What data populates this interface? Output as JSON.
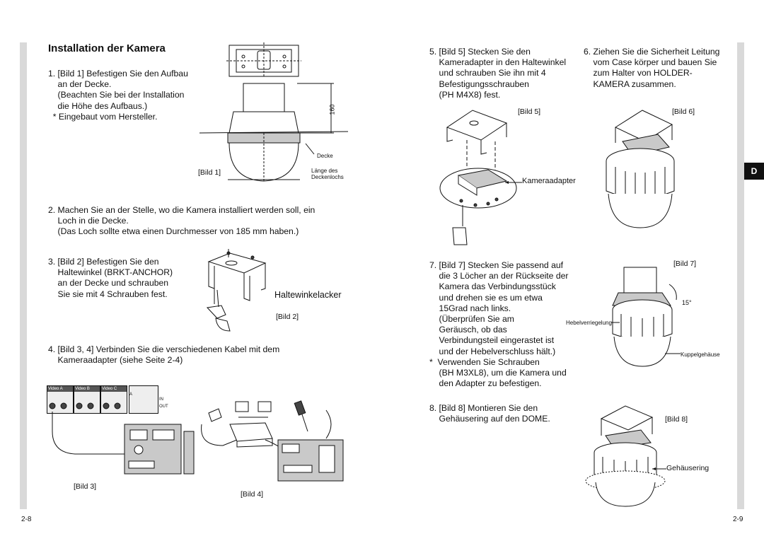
{
  "left": {
    "title": "Installation der Kamera",
    "step1": {
      "lines": [
        "1. [Bild 1] Befestigen Sie den Aufbau",
        "    an der Decke.",
        "    (Beachten Sie bei der Installation",
        "    die Höhe des Aufbaus.)",
        "  * Eingebaut vom Hersteller."
      ]
    },
    "fig1": {
      "caption": "[Bild 1]",
      "dim": "160",
      "decke": "Decke",
      "laenge": "Länge des\nDeckenlochs"
    },
    "step2": {
      "lines": [
        "2. Machen Sie an der Stelle, wo die Kamera installiert werden soll, ein",
        "    Loch in die Decke.",
        "    (Das Loch sollte etwa einen Durchmesser von 185 mm haben.)"
      ]
    },
    "step3": {
      "lines": [
        "3. [Bild 2] Befestigen Sie den",
        "    Haltewinkel (BRKT-ANCHOR)",
        "    an der Decke und schrauben",
        "    Sie sie mit 4 Schrauben fest."
      ]
    },
    "fig2": {
      "caption": "[Bild 2]",
      "label": "Haltewinkelacker"
    },
    "step4": {
      "lines": [
        "4. [Bild 3, 4] Verbinden Sie die verschiedenen Kabel mit dem",
        "    Kameraadapter (siehe Seite 2-4)"
      ]
    },
    "fig3": {
      "caption": "[Bild 3]",
      "panels": [
        "Video A",
        "Video B",
        "Video C"
      ],
      "in": "IN",
      "out": "OUT",
      "a": "A"
    },
    "fig4": {
      "caption": "[Bild 4]"
    },
    "page_number": "2-8"
  },
  "right": {
    "step5": {
      "lines": [
        "5. [Bild 5] Stecken Sie den",
        "    Kameradapter in den Haltewinkel",
        "    und schrauben Sie ihn mit 4",
        "    Befestigungsschrauben",
        "    (PH M4X8) fest."
      ]
    },
    "fig5": {
      "caption": "[Bild 5]",
      "label": "Kameraadapter"
    },
    "step6": {
      "lines": [
        "6. Ziehen Sie die Sicherheit Leitung",
        "    vom Case körper und bauen Sie",
        "    zum Halter von HOLDER-",
        "    KAMERA zusammen."
      ]
    },
    "fig6": {
      "caption": "[Bild 6]"
    },
    "step7": {
      "lines": [
        "7. [Bild 7] Stecken Sie passend auf",
        "    die 3 Löcher an der Rückseite der",
        "    Kamera das Verbindungsstück",
        "    und drehen sie es um etwa",
        "    15Grad nach links.",
        "    (Überprüfen Sie am",
        "    Geräusch, ob das",
        "    Verbindungsteil eingerastet ist",
        "    und der Hebelverschluss hält.)",
        "*  Verwenden Sie Schrauben",
        "    (BH M3XL8), um die Kamera und",
        "    den Adapter zu befestigen."
      ]
    },
    "fig7": {
      "caption": "[Bild 7]",
      "angle": "15°",
      "hebel": "Hebelverriegelung",
      "kuppel": "Kuppelgehäuse"
    },
    "step8": {
      "lines": [
        "8. [Bild 8] Montieren Sie den",
        "    Gehäusering auf den DOME."
      ]
    },
    "fig8": {
      "caption": "[Bild 8]",
      "label": "Gehäusering"
    },
    "tab": "D",
    "page_number": "2-9"
  }
}
